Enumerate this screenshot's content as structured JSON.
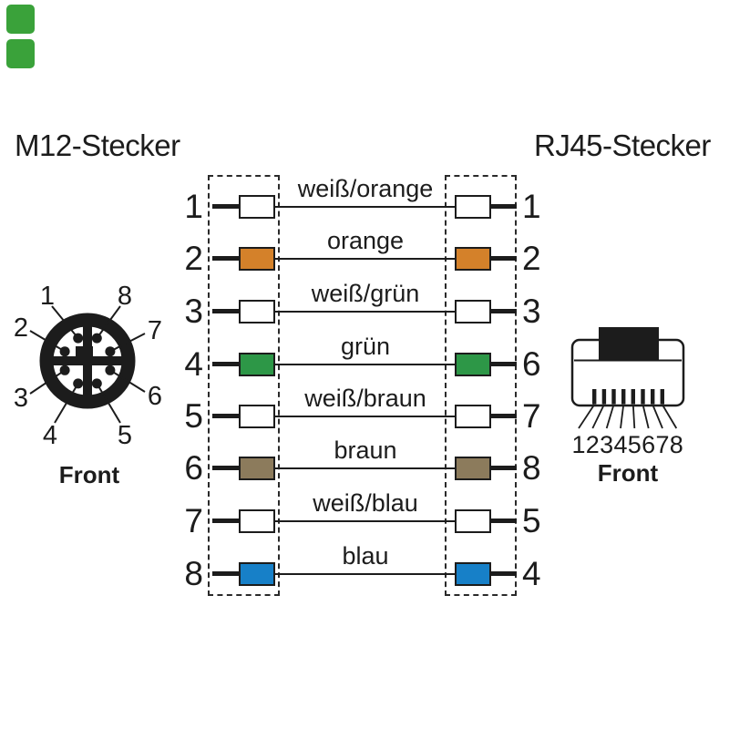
{
  "brand": {
    "square_color": "#3aa23a"
  },
  "headers": {
    "m12": "M12-Stecker",
    "rj45": "RJ45-Stecker"
  },
  "m12_connector": {
    "front_label": "Front",
    "pin_labels": [
      "1",
      "8",
      "2",
      "7",
      "3",
      "6",
      "4",
      "5"
    ]
  },
  "rj45_connector": {
    "front_label": "Front",
    "pin_labels": [
      "1",
      "2",
      "3",
      "4",
      "5",
      "6",
      "7",
      "8"
    ]
  },
  "wiring": {
    "rows": [
      {
        "m12_pin": "1",
        "label": "weiß/orange",
        "rj45_pin": "1",
        "color": "#ffffff"
      },
      {
        "m12_pin": "2",
        "label": "orange",
        "rj45_pin": "2",
        "color": "#d4812a"
      },
      {
        "m12_pin": "3",
        "label": "weiß/grün",
        "rj45_pin": "3",
        "color": "#ffffff"
      },
      {
        "m12_pin": "4",
        "label": "grün",
        "rj45_pin": "6",
        "color": "#2d9747"
      },
      {
        "m12_pin": "5",
        "label": "weiß/braun",
        "rj45_pin": "7",
        "color": "#ffffff"
      },
      {
        "m12_pin": "6",
        "label": "braun",
        "rj45_pin": "8",
        "color": "#8c7b5c"
      },
      {
        "m12_pin": "7",
        "label": "weiß/blau",
        "rj45_pin": "5",
        "color": "#ffffff"
      },
      {
        "m12_pin": "8",
        "label": "blau",
        "rj45_pin": "4",
        "color": "#1780c8"
      }
    ]
  },
  "colors": {
    "line": "#1c1c1c",
    "wire_orange": "#d4812a",
    "wire_green": "#2d9747",
    "wire_brown": "#8c7b5c",
    "wire_blue": "#1780c8",
    "brand_green": "#3aa23a"
  }
}
